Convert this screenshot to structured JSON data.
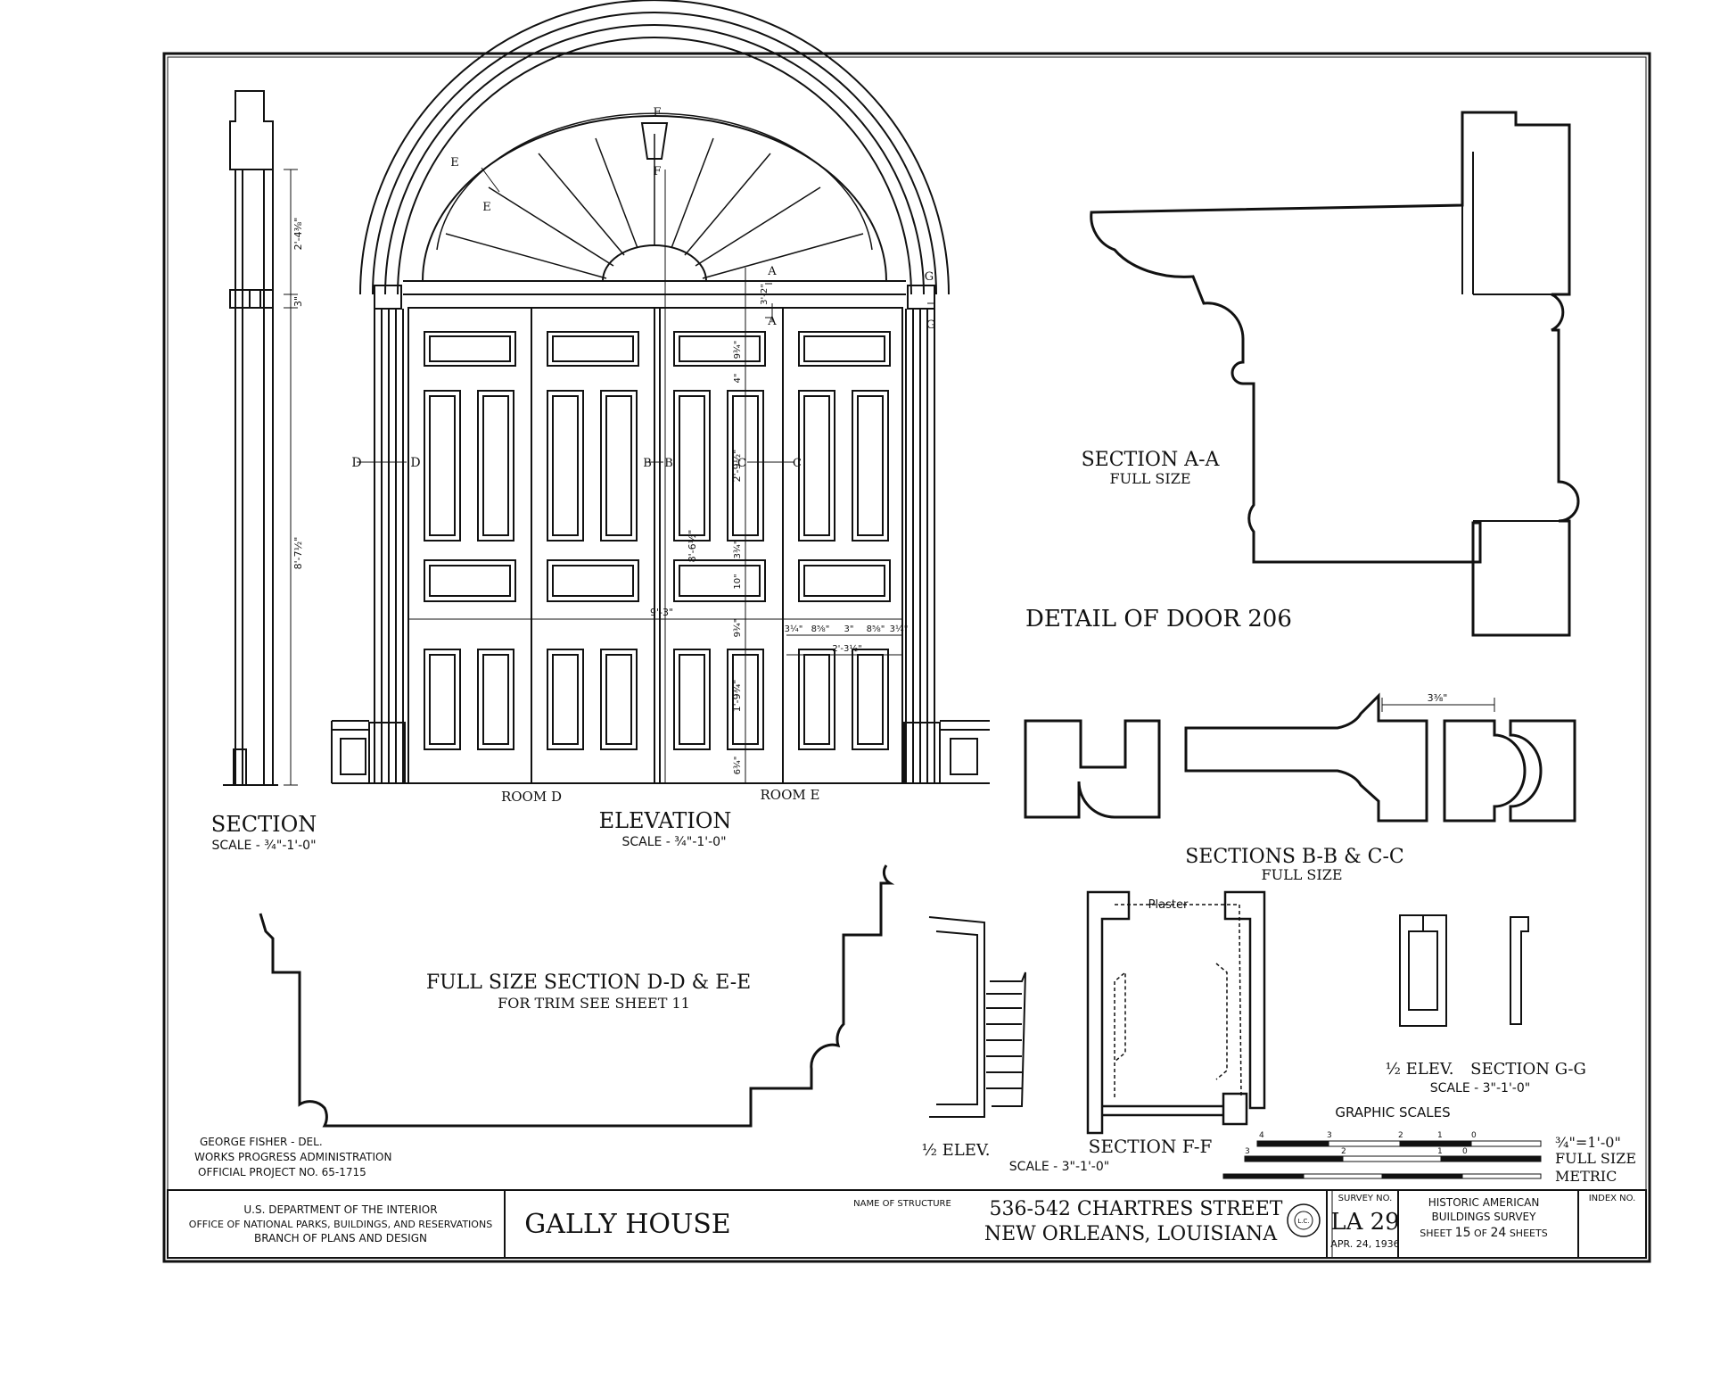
{
  "elevation": {
    "markers": {
      "a": "A",
      "b": "B",
      "c": "C",
      "d": "D",
      "e": "E",
      "f": "F",
      "g": "G"
    },
    "dims": {
      "overall_width": "9'-3\"",
      "height": "8'-6½\"",
      "panel_2_9": "2'-9½\"",
      "panel_1_9": "1'-9¾\"",
      "top_3_2": "3'-2\"",
      "d_9_3a": "9¾\"",
      "d_4": "4\"",
      "d_3_3": "3¾\"",
      "d_10": "10\"",
      "d_9_3b": "9¾\"",
      "d_6_3": "6¾\"",
      "rail_a": "3¼\"",
      "rail_b": "8⅝\"",
      "rail_c": "3\"",
      "rail_d": "8⅝\"",
      "rail_e": "3¼\"",
      "rail_total": "2'-3½\""
    },
    "room_d": "ROOM D",
    "room_e": "ROOM E",
    "title": "ELEVATION",
    "scale": "SCALE - ¾\"-1'-0\""
  },
  "section_left": {
    "dim_top": "2'-4⅜\"",
    "dim_mid": "3\"",
    "dim_height": "8'-7½\"",
    "title": "SECTION",
    "scale": "SCALE - ¾\"-1'-0\""
  },
  "section_aa": {
    "title": "SECTION A-A",
    "sub": "FULL SIZE"
  },
  "detail_title": "DETAIL OF DOOR 206",
  "sections_bc": {
    "dim": "3⅜\"",
    "title": "SECTIONS B-B & C-C",
    "sub": "FULL SIZE"
  },
  "section_de": {
    "title": "FULL SIZE SECTION D-D & E-E",
    "sub": "FOR TRIM SEE SHEET 11"
  },
  "half_elev_left": "½ ELEV.",
  "section_ff": {
    "title": "SECTION F-F",
    "scale": "SCALE - 3\"-1'-0\"",
    "plaster": "Plaster"
  },
  "section_gg": {
    "half_elev": "½ ELEV.",
    "title": "SECTION G-G",
    "scale": "SCALE - 3\"-1'-0\""
  },
  "graphic_scales": {
    "title": "GRAPHIC SCALES",
    "bar1": {
      "ticks": [
        "4",
        "3",
        "2",
        "1",
        "0"
      ],
      "label": "¾\"=1'-0\""
    },
    "bar2": {
      "ticks": [
        "3",
        "2",
        "1",
        "0"
      ],
      "label": "FULL SIZE"
    },
    "bar3": {
      "label": "METRIC"
    }
  },
  "credits": {
    "line1": "GEORGE FISHER - DEL.",
    "line2": "WORKS PROGRESS ADMINISTRATION",
    "line3": "OFFICIAL PROJECT NO. 65-1715"
  },
  "title_block": {
    "agency1": "U.S. DEPARTMENT OF THE INTERIOR",
    "agency2": "OFFICE OF NATIONAL PARKS, BUILDINGS, AND RESERVATIONS",
    "agency3": "BRANCH OF PLANS AND DESIGN",
    "structure_name": "GALLY HOUSE",
    "name_label": "NAME OF STRUCTURE",
    "address1": "536-542 CHARTRES STREET",
    "address2": "NEW ORLEANS, LOUISIANA",
    "seal_text": "L.C.",
    "survey_label": "SURVEY NO.",
    "survey_no": "LA 29",
    "survey_date": "APR. 24, 1936",
    "habs1": "HISTORIC AMERICAN",
    "habs2": "BUILDINGS SURVEY",
    "sheet_prefix": "SHEET",
    "sheet_no": "15",
    "sheet_of": "OF",
    "sheet_total": "24",
    "sheet_suffix": "SHEETS",
    "index_label": "INDEX NO."
  }
}
